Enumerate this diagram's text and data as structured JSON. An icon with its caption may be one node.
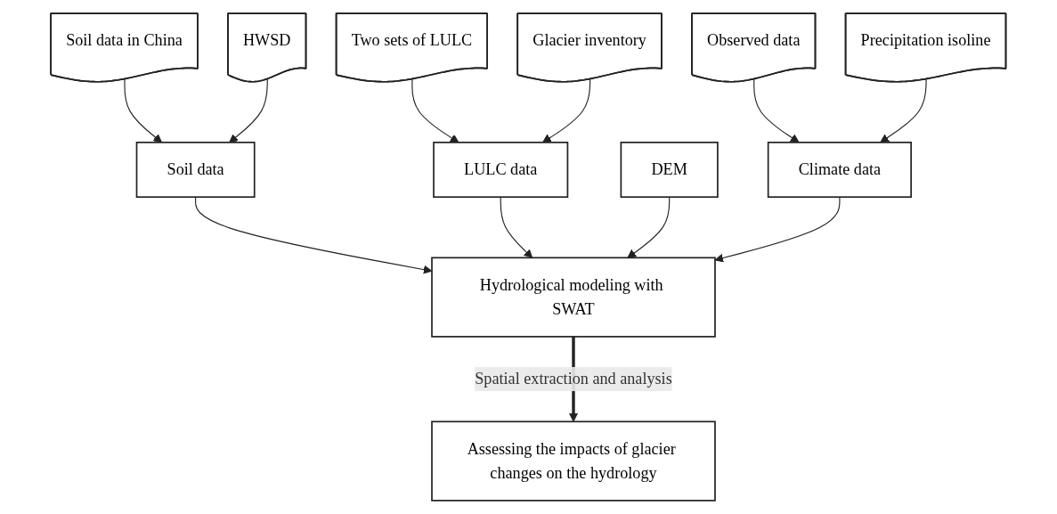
{
  "diagram": {
    "nodes": [
      {
        "text": [
          "Soil data in China"
        ]
      },
      {
        "text": [
          "HWSD"
        ]
      },
      {
        "text": [
          "Two sets of LULC"
        ]
      },
      {
        "text": [
          "Glacier inventory"
        ]
      },
      {
        "text": [
          "Observed data"
        ]
      },
      {
        "text": [
          "Precipitation isoline"
        ]
      },
      {
        "text": [
          "Soil data"
        ]
      },
      {
        "text": [
          "LULC data"
        ]
      },
      {
        "text": [
          "DEM"
        ]
      },
      {
        "text": [
          "Climate data"
        ]
      },
      {
        "text": [
          "Hydrological modeling with SWAT"
        ]
      },
      {
        "text": [
          "Assessing the impacts of glacier changes on the hydrology"
        ]
      }
    ],
    "edges": [
      {
        "from": 0,
        "to": 6,
        "arrow": "to"
      },
      {
        "from": 1,
        "to": 6,
        "arrow": "to"
      },
      {
        "from": 2,
        "to": 7,
        "arrow": "to"
      },
      {
        "from": 3,
        "to": 7,
        "arrow": "to"
      },
      {
        "from": 4,
        "to": 9,
        "arrow": "to"
      },
      {
        "from": 5,
        "to": 9,
        "arrow": "to"
      },
      {
        "from": 6,
        "to": 10,
        "arrow": "to"
      },
      {
        "from": 7,
        "to": 10,
        "arrow": "to"
      },
      {
        "from": 8,
        "to": 10,
        "arrow": "to"
      },
      {
        "from": 9,
        "to": 10,
        "arrow": "to"
      },
      {
        "from": 10,
        "to": 11,
        "arrow": "to",
        "label": "Spatial extraction and analysis",
        "style": "thick"
      }
    ]
  }
}
